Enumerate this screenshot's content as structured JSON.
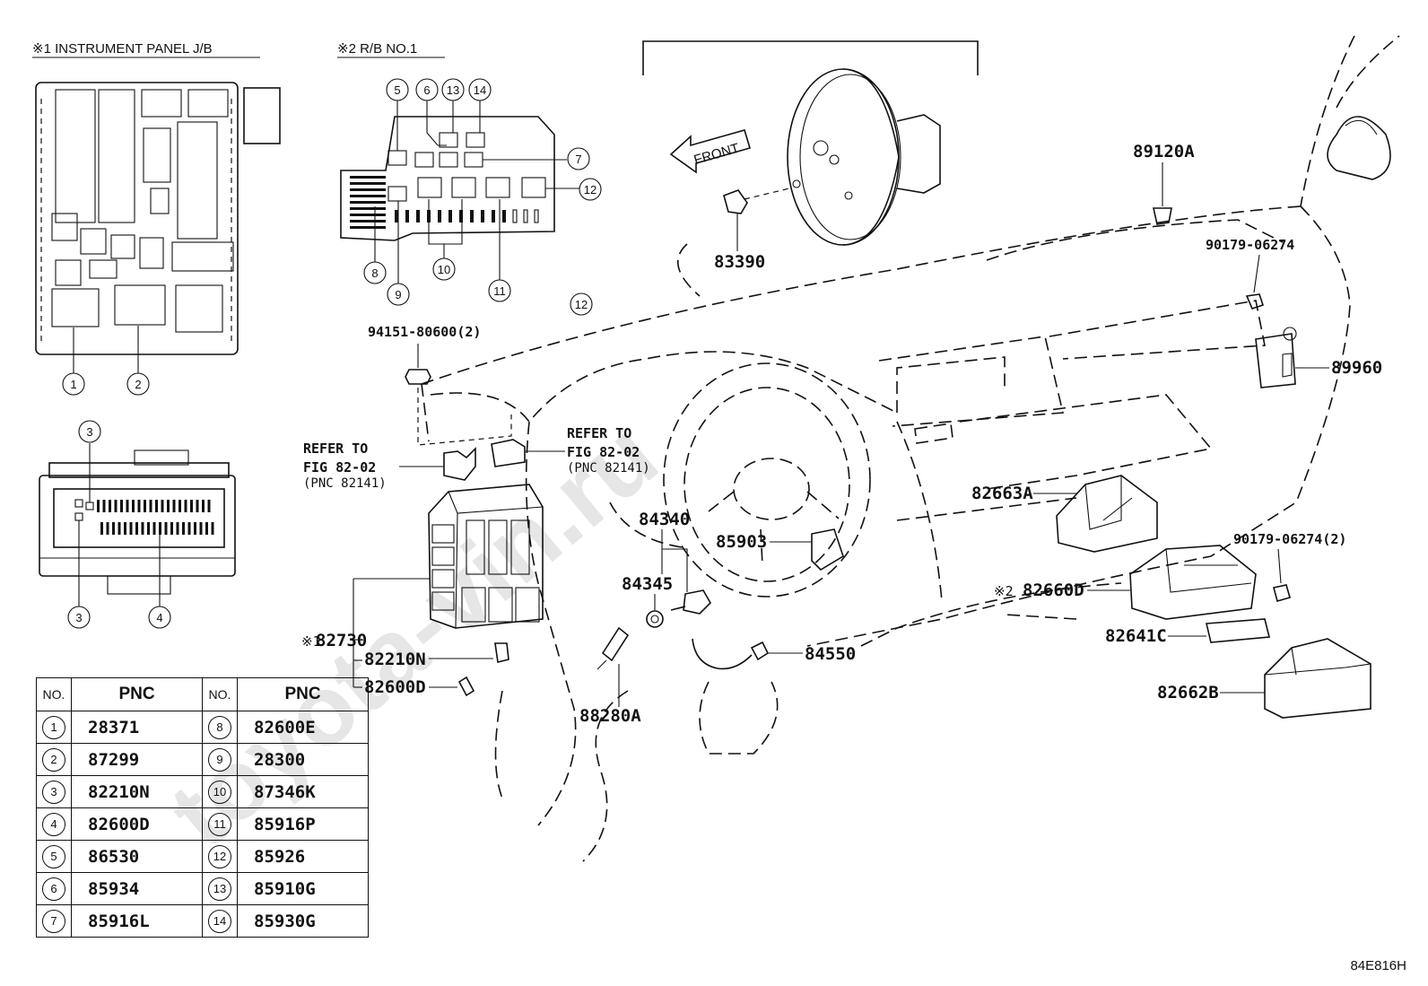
{
  "watermark": "toyota-vin.ru",
  "insets": {
    "instrument_panel_jb": "※1 INSTRUMENT PANEL J/B",
    "rb_no1": "※2  R/B NO.1",
    "refer_to_1": "REFER TO",
    "refer_fig_1": "FIG 82-02",
    "refer_pnc_1": "(PNC 82141)",
    "refer_to_2": "REFER TO",
    "refer_fig_2": "FIG 82-02",
    "refer_pnc_2": "(PNC 82141)",
    "front_label": "FRONT"
  },
  "callouts": {
    "c1": "1",
    "c2": "2",
    "c3a": "3",
    "c3b": "3",
    "c4": "4",
    "c5": "5",
    "c6": "6",
    "c7": "7",
    "c8": "8",
    "c9": "9",
    "c10": "10",
    "c11": "11",
    "c12a": "12",
    "c12b": "12",
    "c13": "13",
    "c14": "14"
  },
  "parts": {
    "p83390": "83390",
    "p94151": "94151-80600(2)",
    "p89120A": "89120A",
    "p90179a": "90179-06274",
    "p89960": "89960",
    "p82663A": "82663A",
    "p90179b": "90179-06274(2)",
    "p82660D": "82660D",
    "p82660D_mark": "※2",
    "p82641C": "82641C",
    "p82662B": "82662B",
    "p84340": "84340",
    "p84345": "84345",
    "p85903": "85903",
    "p84550": "84550",
    "p82730": "82730",
    "p82730_mark": "※1",
    "p82210N": "82210N",
    "p82600D": "82600D",
    "p88280A": "88280A"
  },
  "table": {
    "headers": [
      "NO.",
      "PNC",
      "NO.",
      "PNC"
    ],
    "rows": [
      {
        "no1": "1",
        "pnc1": "28371",
        "no2": "8",
        "pnc2": "82600E"
      },
      {
        "no1": "2",
        "pnc1": "87299",
        "no2": "9",
        "pnc2": "28300"
      },
      {
        "no1": "3",
        "pnc1": "82210N",
        "no2": "10",
        "pnc2": "87346K"
      },
      {
        "no1": "4",
        "pnc1": "82600D",
        "no2": "11",
        "pnc2": "85916P"
      },
      {
        "no1": "5",
        "pnc1": "86530",
        "no2": "12",
        "pnc2": "85926"
      },
      {
        "no1": "6",
        "pnc1": "85934",
        "no2": "13",
        "pnc2": "85910G"
      },
      {
        "no1": "7",
        "pnc1": "85916L",
        "no2": "14",
        "pnc2": "85930G"
      }
    ]
  },
  "diagram_id": "84E816H"
}
